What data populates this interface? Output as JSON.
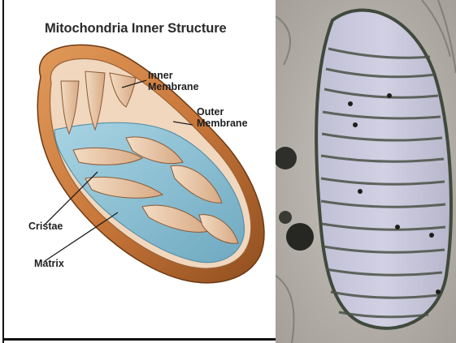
{
  "illustration": {
    "title": "Mitochondria Inner Structure",
    "labels": {
      "inner_membrane": [
        "Inner",
        "Membrane"
      ],
      "outer_membrane": [
        "Outer",
        "Membrane"
      ],
      "cristae": "Cristae",
      "matrix": "Matrix"
    },
    "colors": {
      "outer_shell": "#c9773a",
      "inner_membrane": "#e9c6a4",
      "matrix": "#8ec3d6",
      "label_text": "#1f1f1f"
    }
  },
  "micrograph": {
    "subject": "electron-micrograph-mitochondrion",
    "colors": {
      "background": "#b9b4ae",
      "membrane": "#3f4a3c",
      "cristae": "#4a5246",
      "matrix_light": "#c7c6da"
    }
  }
}
